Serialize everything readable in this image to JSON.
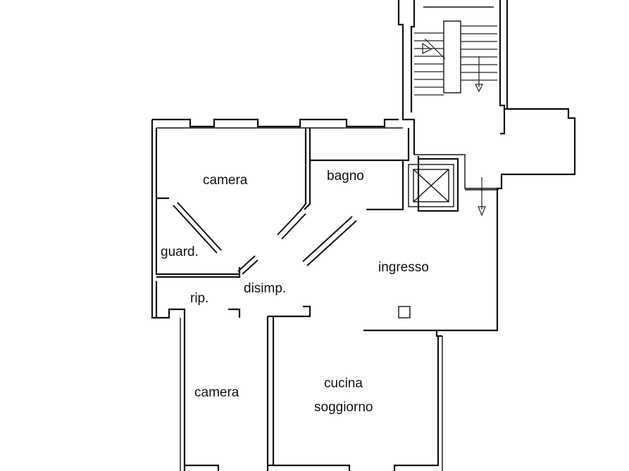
{
  "rooms": {
    "camera_top": "camera",
    "bagno": "bagno",
    "guard": "guard.",
    "ingresso": "ingresso",
    "disimp": "disimp.",
    "rip": "rip.",
    "camera_bottom": "camera",
    "cucina": "cucina",
    "soggiorno": "soggiorno"
  }
}
